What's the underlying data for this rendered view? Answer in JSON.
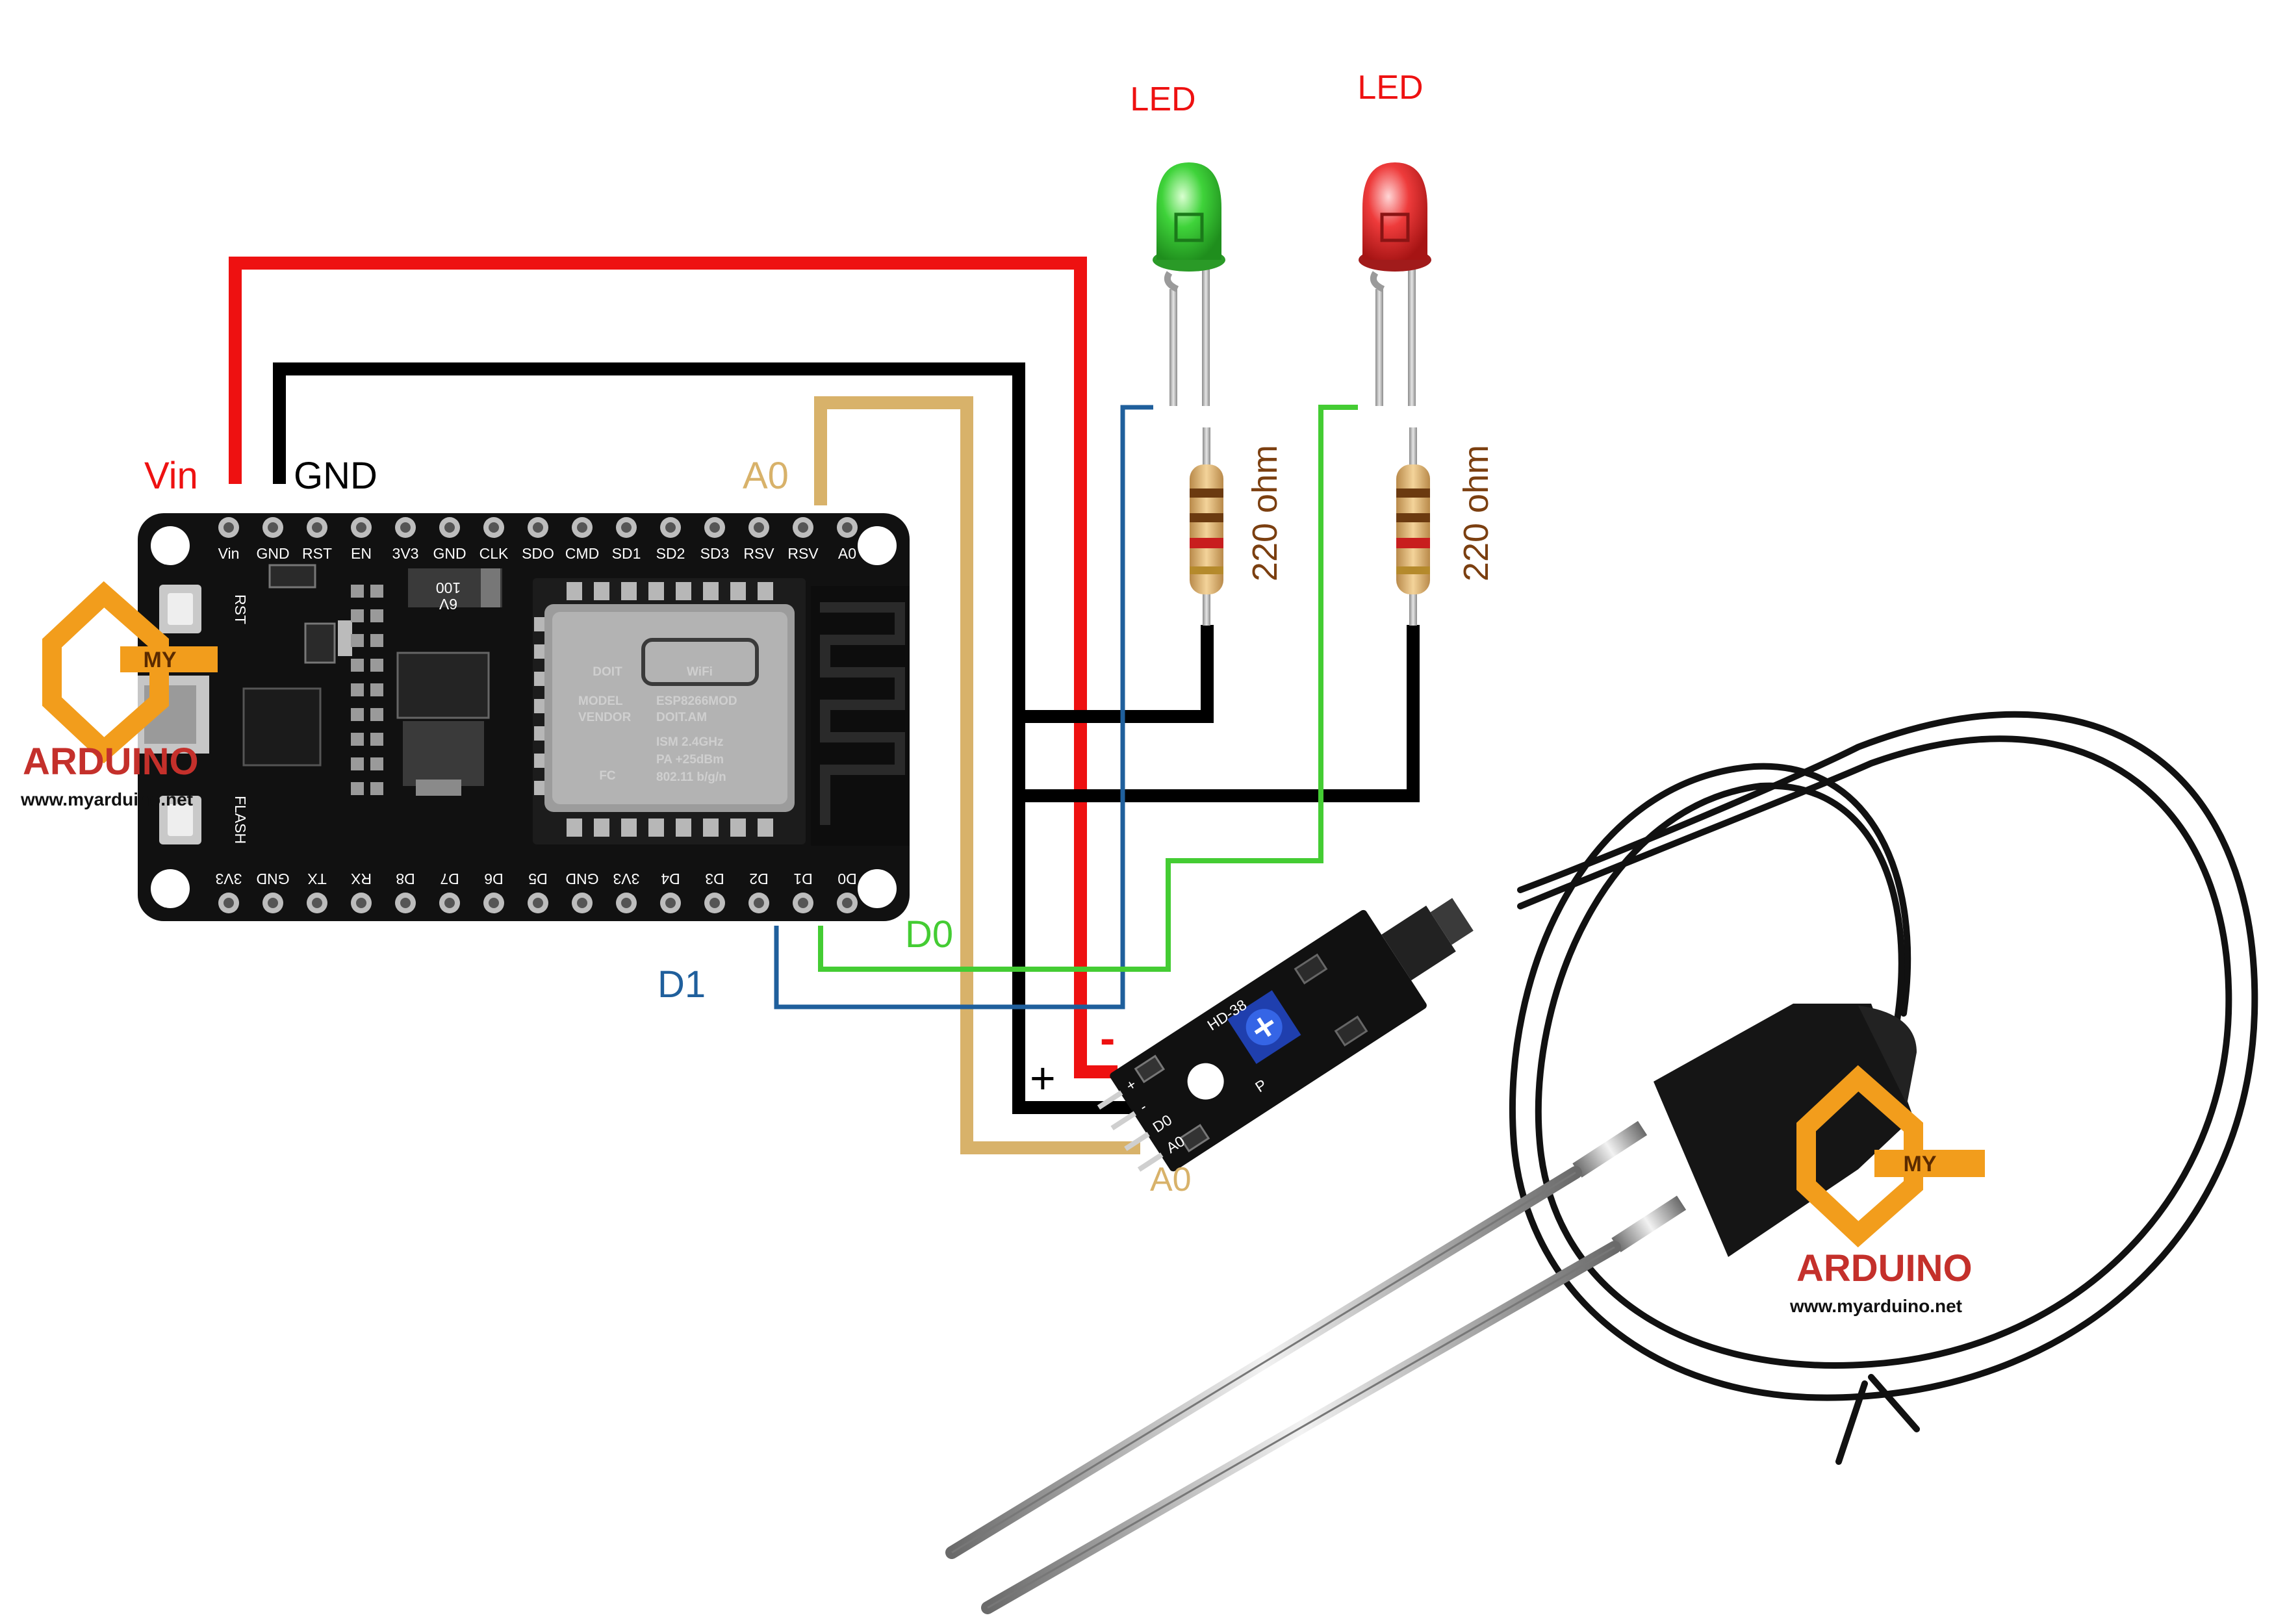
{
  "labels": {
    "vin": "Vin",
    "gnd": "GND",
    "a0_top": "A0",
    "d1": "D1",
    "d0": "D0",
    "a0_sensor": "A0",
    "plus": "+",
    "minus": "-"
  },
  "leds": [
    {
      "label": "LED",
      "color": "#36c23a"
    },
    {
      "label": "LED",
      "color": "#e52a2a"
    }
  ],
  "resistors": [
    {
      "label": "220 ohm"
    },
    {
      "label": "220 ohm"
    }
  ],
  "board": {
    "top_pins": [
      "Vin",
      "GND",
      "RST",
      "EN",
      "3V3",
      "GND",
      "CLK",
      "SDO",
      "CMD",
      "SD1",
      "SD2",
      "SD3",
      "RSV",
      "RSV",
      "A0"
    ],
    "bottom_pins": [
      "3V3",
      "GND",
      "TX",
      "RX",
      "D8",
      "D7",
      "D6",
      "D5",
      "GND",
      "3V3",
      "D4",
      "D3",
      "D2",
      "D1",
      "D0"
    ],
    "buttons": [
      "RST",
      "FLASH"
    ],
    "capacitor": [
      "100",
      "6V"
    ],
    "module": {
      "wifi": "WiFi",
      "brand": "DOIT",
      "lines": [
        "MODEL",
        "ESP8266MOD",
        "VENDOR",
        "DOIT.AM",
        "ISM 2.4GHz",
        "PA +25dBm",
        "802.11 b/g/n"
      ],
      "fcc": "FC"
    }
  },
  "sensor_module": {
    "pins": [
      "+",
      "-",
      "D0",
      "A0"
    ],
    "marks": [
      "HD-38",
      "P"
    ]
  },
  "watermarks": [
    {
      "badge": "MY",
      "name": "ARDUINO",
      "url": "www.myarduino.net"
    },
    {
      "badge": "MY",
      "name": "ARDUINO",
      "url": "www.myarduino.net"
    }
  ],
  "colors": {
    "vin_wire": "#ee1111",
    "gnd_wire": "#000000",
    "a0_wire": "#d8b26a",
    "d1_wire": "#1f5f9c",
    "d0_wire": "#44cc33",
    "label_red": "#ee1111",
    "label_black": "#000000",
    "label_tan": "#d8b26a",
    "label_blue": "#1f5f9c",
    "label_green": "#44cc33",
    "resistor_label": "#7b3f10",
    "watermark_orange": "#f29d1c",
    "watermark_red": "#c4302b"
  }
}
